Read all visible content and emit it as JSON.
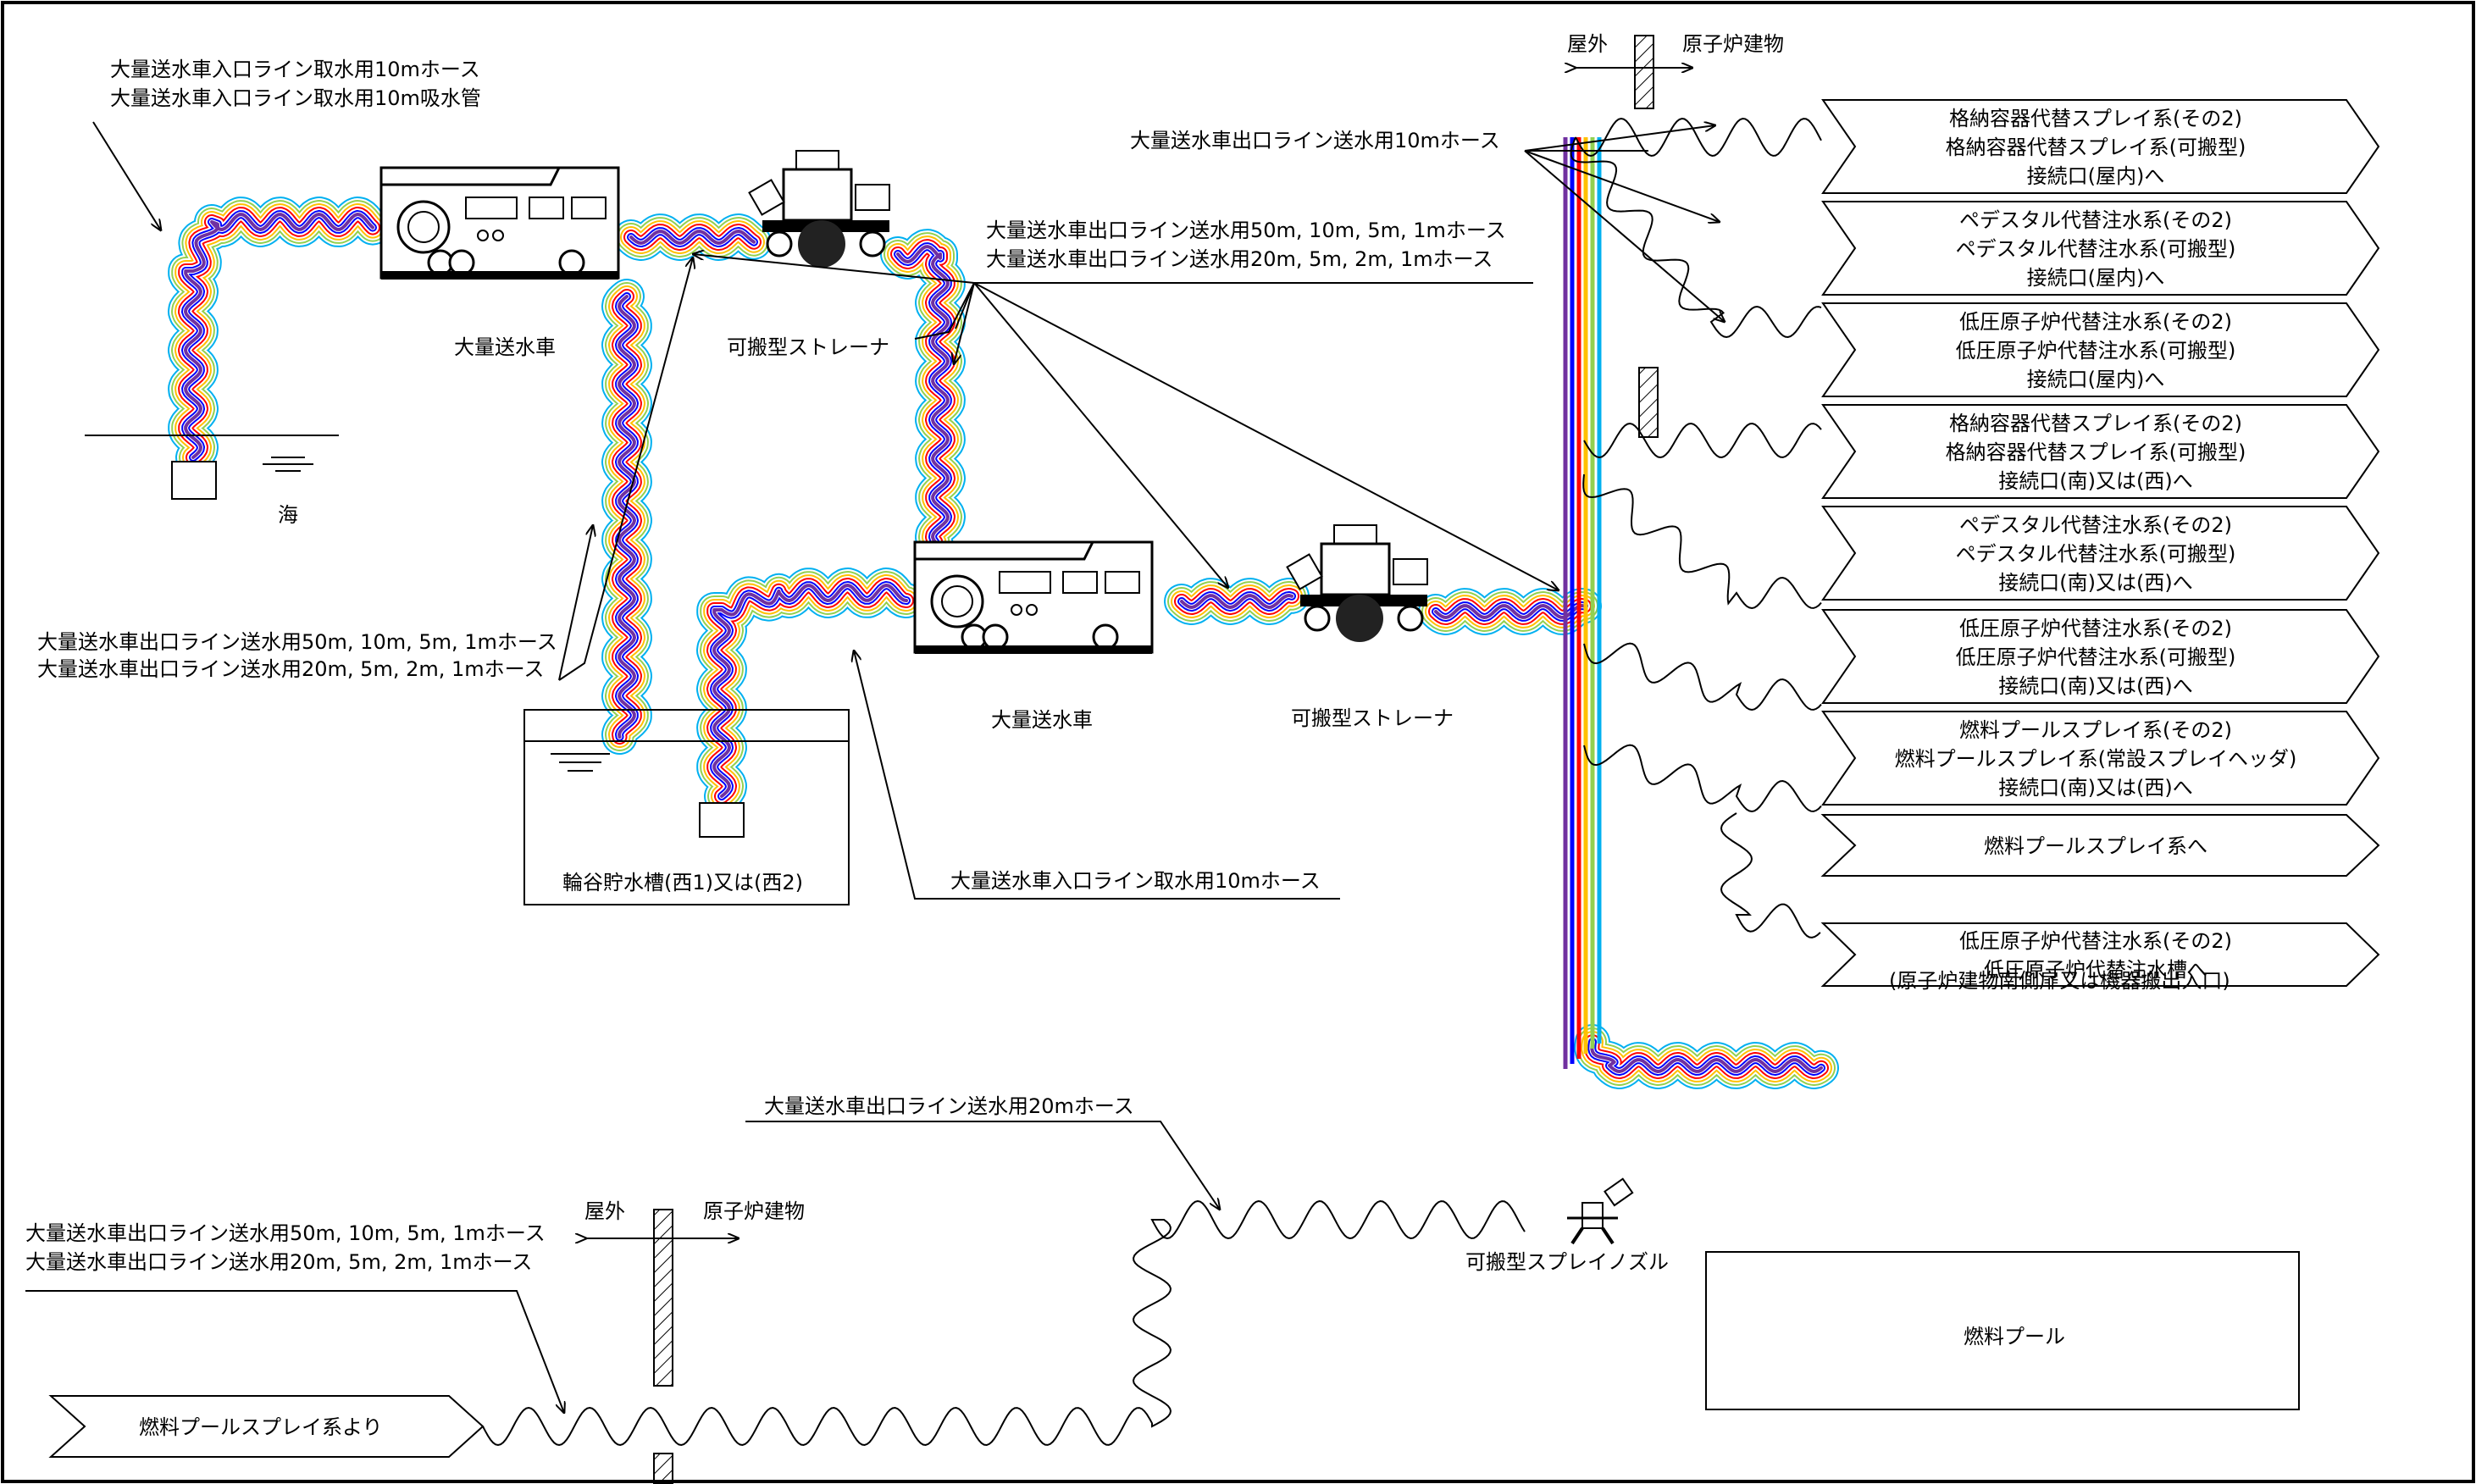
{
  "colors": {
    "hose_bands": [
      "#00b0f0",
      "#92d050",
      "#ffc000",
      "#ff0000",
      "#0000ff",
      "#7030a0"
    ],
    "line": "#000000",
    "background": "#ffffff"
  },
  "labels": {
    "intake_sea_1": "大量送水車入口ライン取水用10mホース",
    "intake_sea_2": "大量送水車入口ライン取水用10m吸水管",
    "truck_1": "大量送水車",
    "strainer_1": "可搬型ストレーナ",
    "sea": "海",
    "outlet_mid_1": "大量送水車出口ライン送水用50m, 10m, 5m, 1mホース",
    "outlet_mid_2": "大量送水車出口ライン送水用20m, 5m, 2m, 1mホース",
    "outlet_10m": "大量送水車出口ライン送水用10mホース",
    "outlet_left_1": "大量送水車出口ライン送水用50m, 10m, 5m, 1mホース",
    "outlet_left_2": "大量送水車出口ライン送水用20m, 5m, 2m, 1mホース",
    "tank": "輪谷貯水槽(西1)又は(西2)",
    "truck_2": "大量送水車",
    "strainer_2": "可搬型ストレーナ",
    "intake_tank": "大量送水車入口ライン取水用10mホース",
    "outdoor_top": "屋外",
    "reactor_bldg_top": "原子炉建物",
    "door_note": "(原子炉建物南側扉又は機器搬出入口)",
    "outlet_20m": "大量送水車出口ライン送水用20mホース",
    "outdoor_bottom": "屋外",
    "reactor_bldg_bottom": "原子炉建物",
    "outlet_bottom_1": "大量送水車出口ライン送水用50m, 10m, 5m, 1mホース",
    "outlet_bottom_2": "大量送水車出口ライン送水用20m, 5m, 2m, 1mホース",
    "from_fuel_pool_spray": "燃料プールスプレイ系より",
    "nozzle": "可搬型スプレイノズル",
    "fuel_pool": "燃料プール"
  },
  "destinations": [
    {
      "lines": [
        "格納容器代替スプレイ系(その2)",
        "格納容器代替スプレイ系(可搬型)",
        "接続口(屋内)へ"
      ]
    },
    {
      "lines": [
        "ペデスタル代替注水系(その2)",
        "ペデスタル代替注水系(可搬型)",
        "接続口(屋内)へ"
      ]
    },
    {
      "lines": [
        "低圧原子炉代替注水系(その2)",
        "低圧原子炉代替注水系(可搬型)",
        "接続口(屋内)へ"
      ]
    },
    {
      "lines": [
        "格納容器代替スプレイ系(その2)",
        "格納容器代替スプレイ系(可搬型)",
        "接続口(南)又は(西)へ"
      ]
    },
    {
      "lines": [
        "ペデスタル代替注水系(その2)",
        "ペデスタル代替注水系(可搬型)",
        "接続口(南)又は(西)へ"
      ]
    },
    {
      "lines": [
        "低圧原子炉代替注水系(その2)",
        "低圧原子炉代替注水系(可搬型)",
        "接続口(南)又は(西)へ"
      ]
    },
    {
      "lines": [
        "燃料プールスプレイ系(その2)",
        "燃料プールスプレイ系(常設スプレイヘッダ)",
        "接続口(南)又は(西)へ"
      ]
    },
    {
      "lines": [
        "燃料プールスプレイ系へ"
      ]
    },
    {
      "lines": [
        "低圧原子炉代替注水系(その2)",
        "低圧原子炉代替注水槽へ"
      ]
    }
  ]
}
